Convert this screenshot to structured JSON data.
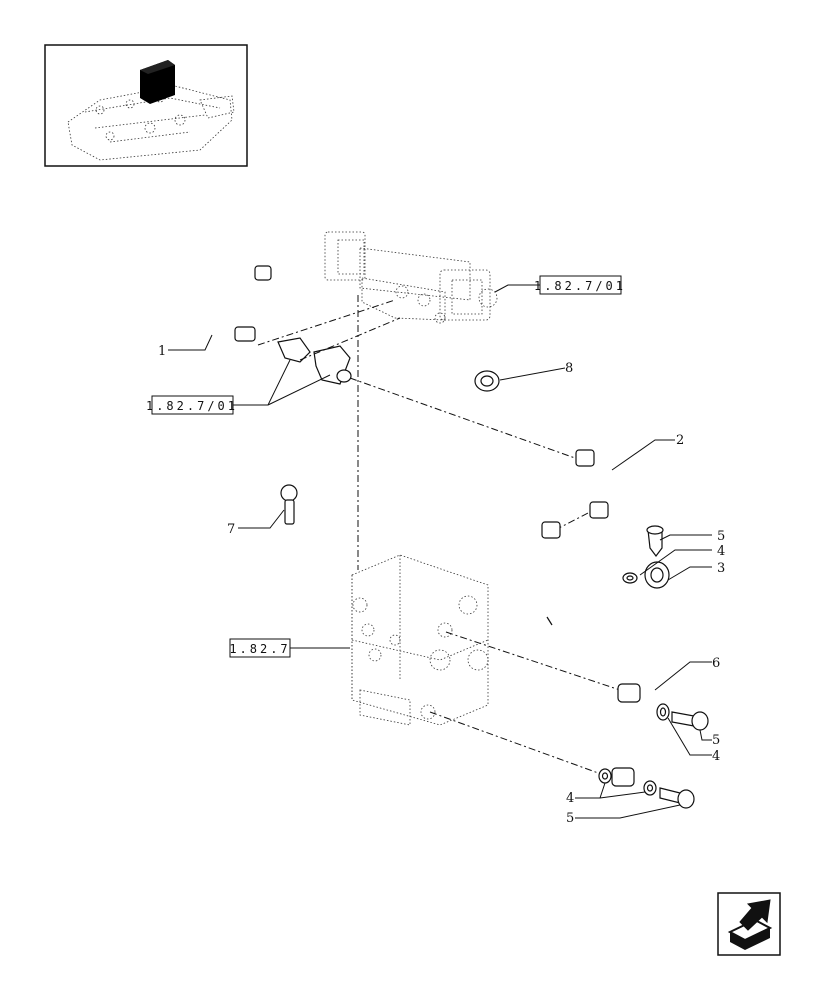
{
  "callouts": {
    "c1": "1",
    "c2": "2",
    "c3": "3",
    "c4a": "4",
    "c5a": "5",
    "c6": "6",
    "c5b": "5",
    "c4b": "4",
    "c4c": "4",
    "c5c": "5",
    "c7": "7",
    "c8": "8"
  },
  "references": {
    "ref_top": "1.82.7/01",
    "ref_left": "1.82.7/01",
    "ref_valve": "1.82.7"
  },
  "icons": {
    "thumbnail": "tractor-lift-cover-thumbnail",
    "next_page": "next-page-arrow-icon"
  }
}
